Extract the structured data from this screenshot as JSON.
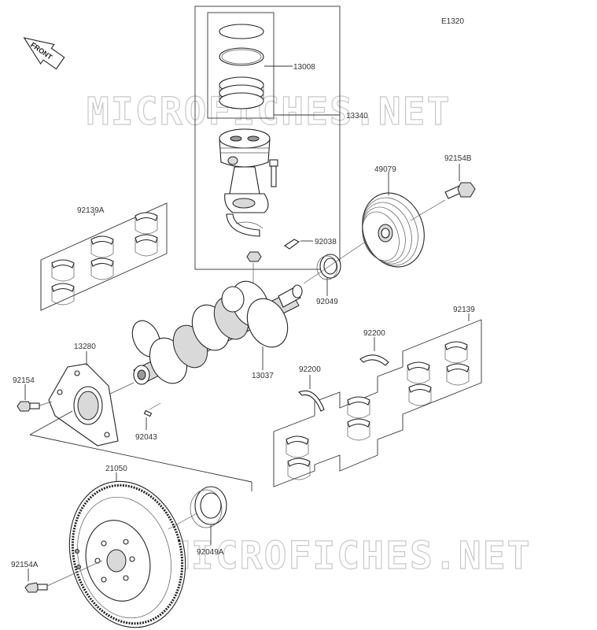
{
  "diagram_code": "E1320",
  "front_label": "FRONT",
  "watermark": "MICROFICHES.NET",
  "parts": {
    "p13008": "13008",
    "p13340": "13340",
    "p92154b": "92154B",
    "p49079": "49079",
    "p92139a": "92139A",
    "p92038": "92038",
    "p92049": "92049",
    "p92139": "92139",
    "p13280": "13280",
    "p92200a": "92200",
    "p92200b": "92200",
    "p13037": "13037",
    "p92154": "92154",
    "p92043": "92043",
    "p21050": "21050",
    "p92049a": "92049A",
    "p92154a": "92154A"
  }
}
